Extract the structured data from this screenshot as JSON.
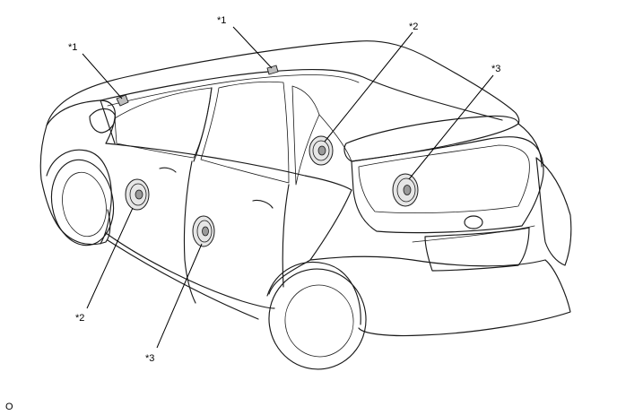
{
  "callouts": {
    "tweeter_front_left": "*1",
    "tweeter_front_center": "*1",
    "speaker_front_door": "*2",
    "speaker_rear_upper": "*2",
    "speaker_back_door": "*3",
    "speaker_rear_side": "*3"
  },
  "corner_mark": "O",
  "colors": {
    "line": "#1a1a1a",
    "background": "#ffffff",
    "part_fill": "#e6e6e6"
  }
}
